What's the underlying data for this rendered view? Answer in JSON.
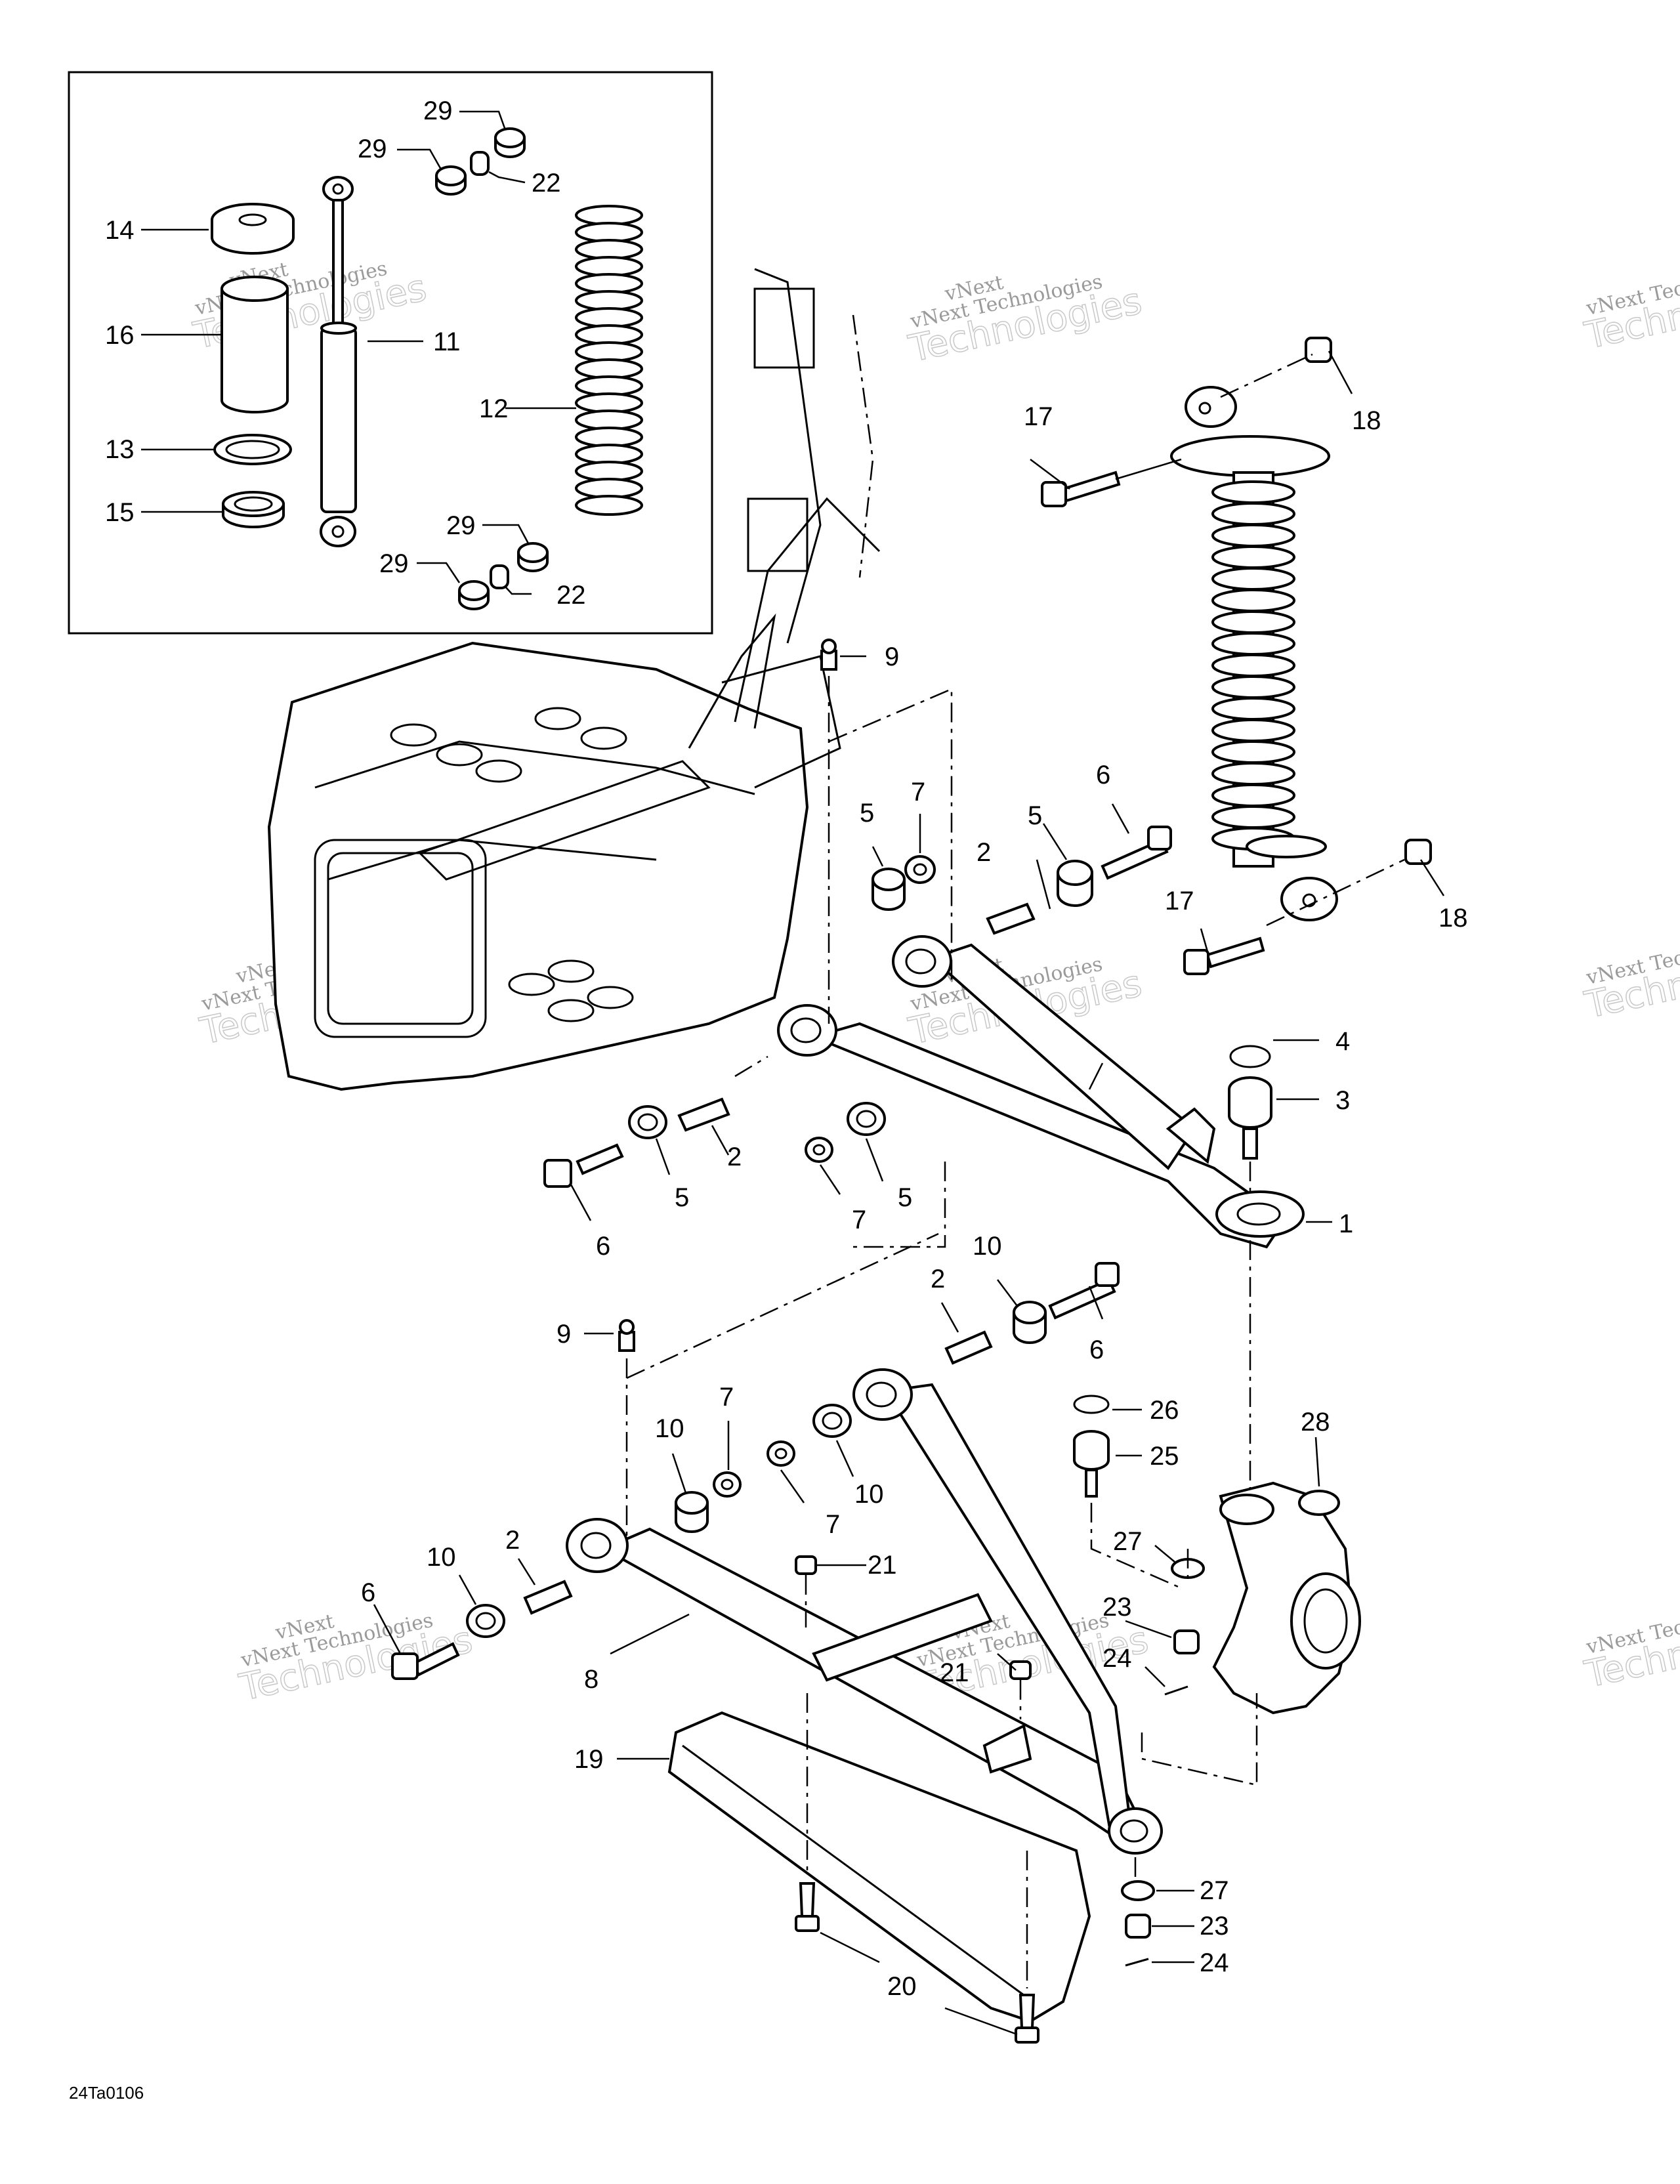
{
  "diagram": {
    "reference_code": "24Ta0106",
    "watermark": {
      "brand": "vNext",
      "text": "vNext Technologies",
      "sub": "Technologies"
    },
    "callouts": [
      {
        "id": "c29a",
        "label": "29"
      },
      {
        "id": "c29b",
        "label": "29"
      },
      {
        "id": "c22a",
        "label": "22"
      },
      {
        "id": "c14",
        "label": "14"
      },
      {
        "id": "c16",
        "label": "16"
      },
      {
        "id": "c11",
        "label": "11"
      },
      {
        "id": "c12",
        "label": "12"
      },
      {
        "id": "c13",
        "label": "13"
      },
      {
        "id": "c15",
        "label": "15"
      },
      {
        "id": "c29c",
        "label": "29"
      },
      {
        "id": "c29d",
        "label": "29"
      },
      {
        "id": "c22b",
        "label": "22"
      },
      {
        "id": "c17a",
        "label": "17"
      },
      {
        "id": "c18a",
        "label": "18"
      },
      {
        "id": "c9a",
        "label": "9"
      },
      {
        "id": "c6a",
        "label": "6"
      },
      {
        "id": "c5a",
        "label": "5"
      },
      {
        "id": "c7a",
        "label": "7"
      },
      {
        "id": "c2a",
        "label": "2"
      },
      {
        "id": "c5b",
        "label": "5"
      },
      {
        "id": "c17b",
        "label": "17"
      },
      {
        "id": "c18b",
        "label": "18"
      },
      {
        "id": "c4",
        "label": "4"
      },
      {
        "id": "c3",
        "label": "3"
      },
      {
        "id": "c2b",
        "label": "2"
      },
      {
        "id": "c5c",
        "label": "5"
      },
      {
        "id": "c5d",
        "label": "5"
      },
      {
        "id": "c6b",
        "label": "6"
      },
      {
        "id": "c7b",
        "label": "7"
      },
      {
        "id": "c1",
        "label": "1"
      },
      {
        "id": "c10a",
        "label": "10"
      },
      {
        "id": "c2c",
        "label": "2"
      },
      {
        "id": "c6c",
        "label": "6"
      },
      {
        "id": "c9b",
        "label": "9"
      },
      {
        "id": "c26",
        "label": "26"
      },
      {
        "id": "c28",
        "label": "28"
      },
      {
        "id": "c7c",
        "label": "7"
      },
      {
        "id": "c10b",
        "label": "10"
      },
      {
        "id": "c25",
        "label": "25"
      },
      {
        "id": "c7d",
        "label": "7"
      },
      {
        "id": "c10c",
        "label": "10"
      },
      {
        "id": "c2d",
        "label": "2"
      },
      {
        "id": "c27a",
        "label": "27"
      },
      {
        "id": "c10d",
        "label": "10"
      },
      {
        "id": "c21a",
        "label": "21"
      },
      {
        "id": "c23a",
        "label": "23"
      },
      {
        "id": "c6d",
        "label": "6"
      },
      {
        "id": "c24a",
        "label": "24"
      },
      {
        "id": "c21b",
        "label": "21"
      },
      {
        "id": "c8",
        "label": "8"
      },
      {
        "id": "c19",
        "label": "19"
      },
      {
        "id": "c27b",
        "label": "27"
      },
      {
        "id": "c23b",
        "label": "23"
      },
      {
        "id": "c24b",
        "label": "24"
      },
      {
        "id": "c20",
        "label": "20"
      }
    ]
  }
}
